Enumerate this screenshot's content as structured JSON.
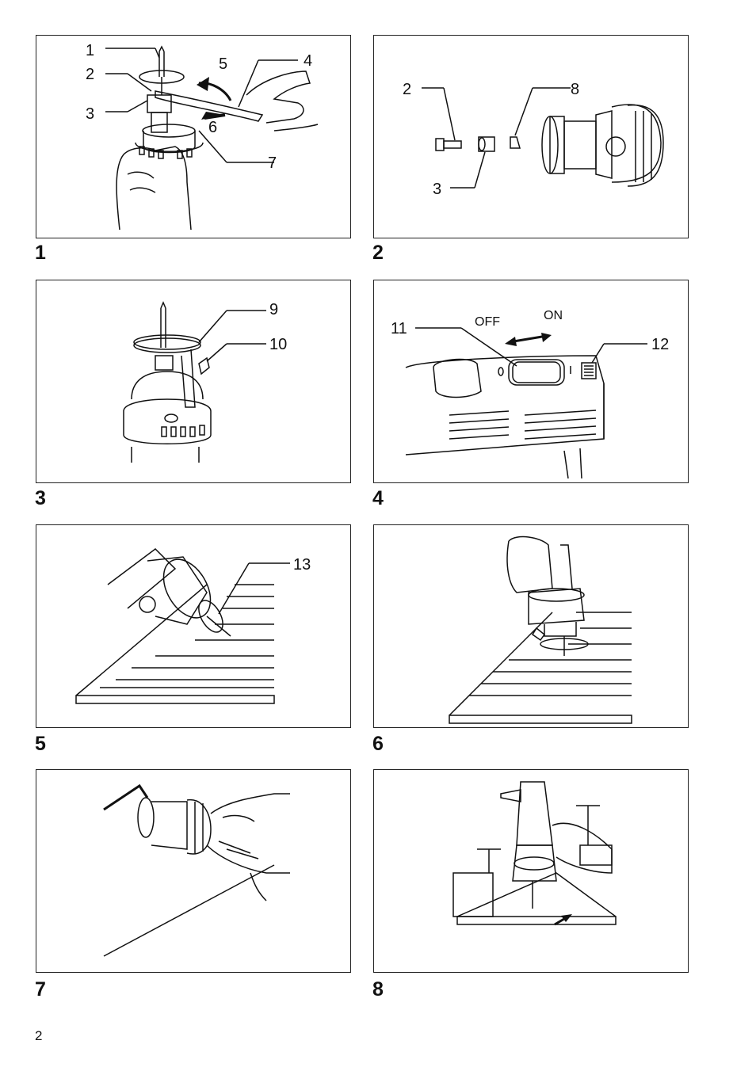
{
  "page_number": "2",
  "figures": [
    {
      "number": "1",
      "callouts": [
        "1",
        "2",
        "3",
        "4",
        "5",
        "6",
        "7"
      ]
    },
    {
      "number": "2",
      "callouts": [
        "2",
        "8",
        "3"
      ]
    },
    {
      "number": "3",
      "callouts": [
        "9",
        "10"
      ]
    },
    {
      "number": "4",
      "callouts": [
        "11",
        "12"
      ],
      "labels": {
        "off": "OFF",
        "on": "ON"
      }
    },
    {
      "number": "5",
      "callouts": [
        "13"
      ]
    },
    {
      "number": "6",
      "callouts": []
    },
    {
      "number": "7",
      "callouts": []
    },
    {
      "number": "8",
      "callouts": []
    }
  ]
}
